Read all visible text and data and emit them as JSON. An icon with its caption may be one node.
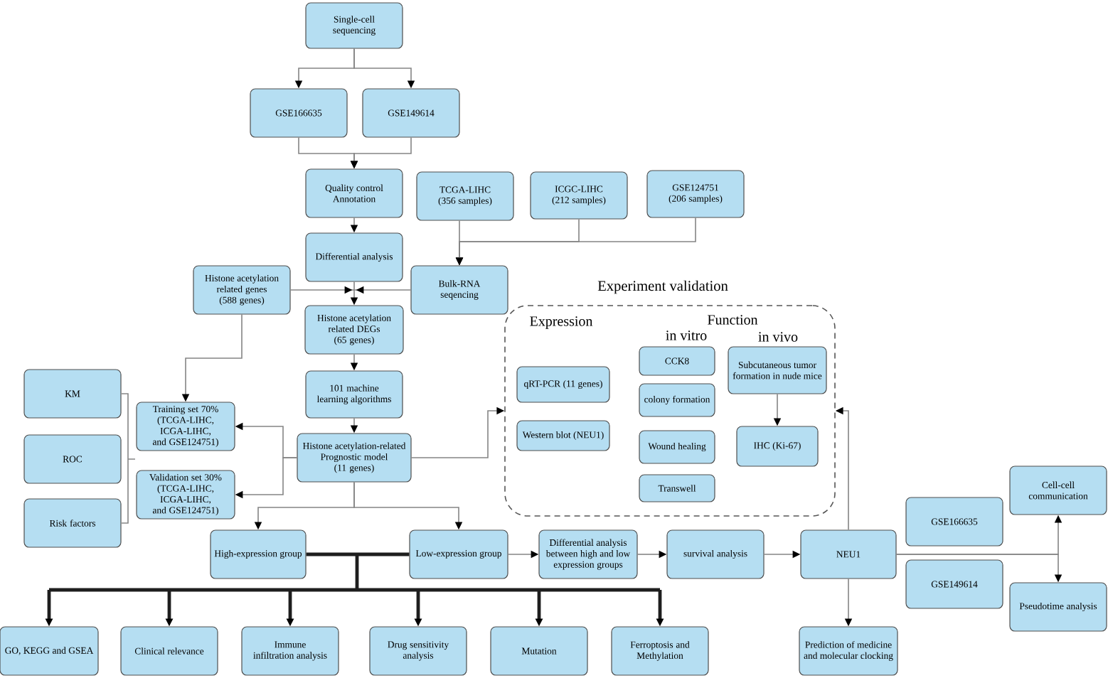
{
  "diagram": {
    "nodes": [
      {
        "text": [
          "Single-cell sequencing"
        ]
      },
      {
        "text": [
          "GSE166635"
        ]
      },
      {
        "text": [
          "GSE149614"
        ]
      },
      {
        "text": [
          "Quality control Annotation"
        ]
      },
      {
        "text": [
          "TCGA-LIHC (356 samples)"
        ]
      },
      {
        "text": [
          "ICGC-LIHC (212 samples)"
        ]
      },
      {
        "text": [
          "GSE124751 (206 samples)"
        ]
      },
      {
        "text": [
          "Differential analysis"
        ]
      },
      {
        "text": [
          "Histone acetylation related genes (588 genes)"
        ]
      },
      {
        "text": [
          "Bulk-RNA seqencing"
        ]
      },
      {
        "text": [
          "Histone acetylation related DEGs (65 genes)"
        ]
      },
      {
        "text": [
          "101 machine learning algorithms"
        ]
      },
      {
        "text": [
          "Histone acetylation-related Prognostic model (11 genes)"
        ]
      },
      {
        "text": [
          "KM"
        ]
      },
      {
        "text": [
          "ROC"
        ]
      },
      {
        "text": [
          "Risk factors"
        ]
      },
      {
        "text": [
          "Training set 70% (TCGA-LIHC, ICGA-LIHC, and GSE124751)"
        ]
      },
      {
        "text": [
          "Validation set 30% (TCGA-LIHC, ICGA-LIHC, and GSE124751)"
        ]
      },
      {
        "text": [
          "Experiment validation",
          "Expression",
          "Function",
          "in vitro",
          "in vivo"
        ]
      },
      {
        "text": [
          "qRT-PCR (11 genes)"
        ],
        "in": 18
      },
      {
        "text": [
          "Western blot (NEU1)"
        ],
        "in": 18
      },
      {
        "text": [
          "CCK8"
        ],
        "in": 18
      },
      {
        "text": [
          "colony formation"
        ],
        "in": 18
      },
      {
        "text": [
          "Wound healing"
        ],
        "in": 18
      },
      {
        "text": [
          "Transwell"
        ],
        "in": 18
      },
      {
        "text": [
          "Subcutaneous tumor formation in nude mice"
        ],
        "in": 18
      },
      {
        "text": [
          "IHC (Ki-67)"
        ],
        "in": 18
      },
      {
        "text": [
          "High-expression group"
        ]
      },
      {
        "text": [
          "Low-expression group"
        ]
      },
      {
        "text": [
          "Differential analysis between high and low expression groups"
        ]
      },
      {
        "text": [
          "survival analysis"
        ]
      },
      {
        "text": [
          "NEU1"
        ]
      },
      {
        "text": [
          "GSE166635"
        ]
      },
      {
        "text": [
          "Cell-cell communication"
        ]
      },
      {
        "text": [
          "GSE149614"
        ]
      },
      {
        "text": [
          "Pseudotime analysis"
        ]
      },
      {
        "text": [
          "GO, KEGG and GSEA"
        ]
      },
      {
        "text": [
          "Clinical relevance"
        ]
      },
      {
        "text": [
          "Immune infiltration analysis"
        ]
      },
      {
        "text": [
          "Drug sensitivity analysis"
        ]
      },
      {
        "text": [
          "Mutation"
        ]
      },
      {
        "text": [
          "Ferroptosis and Methylation"
        ]
      },
      {
        "text": [
          "Prediction of medicine and molecular clocking"
        ]
      }
    ],
    "edges": [
      {
        "from": 0,
        "to": 1,
        "arrow": "to"
      },
      {
        "from": 0,
        "to": 2,
        "arrow": "to"
      },
      {
        "from": 1,
        "to": 3,
        "arrow": "to"
      },
      {
        "from": 2,
        "to": 3,
        "arrow": "to"
      },
      {
        "from": 3,
        "to": 7,
        "arrow": "to"
      },
      {
        "from": 4,
        "to": 9,
        "arrow": "to"
      },
      {
        "from": 5,
        "to": 9,
        "arrow": "to"
      },
      {
        "from": 6,
        "to": 9,
        "arrow": "to"
      },
      {
        "from": 7,
        "to": 10,
        "arrow": "to"
      },
      {
        "from": 8,
        "to": 10,
        "arrow": "to"
      },
      {
        "from": 9,
        "to": 10,
        "arrow": "to"
      },
      {
        "from": 8,
        "to": 16,
        "arrow": "to"
      },
      {
        "from": 10,
        "to": 11,
        "arrow": "to"
      },
      {
        "from": 11,
        "to": 12,
        "arrow": "to"
      },
      {
        "from": 12,
        "to": 16,
        "arrow": "to"
      },
      {
        "from": 12,
        "to": 17,
        "arrow": "to"
      },
      {
        "from": 12,
        "to": 18,
        "arrow": "to"
      },
      {
        "from": 25,
        "to": 26,
        "arrow": "to"
      },
      {
        "from": 12,
        "to": 27,
        "arrow": "to"
      },
      {
        "from": 12,
        "to": 28,
        "arrow": "to"
      },
      {
        "from": 27,
        "to": 36,
        "arrow": "to",
        "style": "thick",
        "color": "#1e1e1e"
      },
      {
        "from": 27,
        "to": 37,
        "arrow": "to",
        "style": "thick",
        "color": "#1e1e1e"
      },
      {
        "from": 27,
        "to": 38,
        "arrow": "to",
        "style": "thick",
        "color": "#1e1e1e"
      },
      {
        "from": 27,
        "to": 39,
        "arrow": "to",
        "style": "thick",
        "color": "#1e1e1e"
      },
      {
        "from": 27,
        "to": 40,
        "arrow": "to",
        "style": "thick",
        "color": "#1e1e1e"
      },
      {
        "from": 27,
        "to": 41,
        "arrow": "to",
        "style": "thick",
        "color": "#1e1e1e"
      },
      {
        "from": 28,
        "to": 36,
        "arrow": "to",
        "style": "thick",
        "color": "#1e1e1e"
      },
      {
        "from": 28,
        "to": 37,
        "arrow": "to",
        "style": "thick",
        "color": "#1e1e1e"
      },
      {
        "from": 28,
        "to": 38,
        "arrow": "to",
        "style": "thick",
        "color": "#1e1e1e"
      },
      {
        "from": 28,
        "to": 39,
        "arrow": "to",
        "style": "thick",
        "color": "#1e1e1e"
      },
      {
        "from": 28,
        "to": 40,
        "arrow": "to",
        "style": "thick",
        "color": "#1e1e1e"
      },
      {
        "from": 28,
        "to": 41,
        "arrow": "to",
        "style": "thick",
        "color": "#1e1e1e"
      },
      {
        "from": 28,
        "to": 29,
        "arrow": "to"
      },
      {
        "from": 29,
        "to": 30,
        "arrow": "to"
      },
      {
        "from": 30,
        "to": 31,
        "arrow": "to"
      },
      {
        "from": 31,
        "to": 18,
        "arrow": "to"
      },
      {
        "from": 31,
        "to": 42,
        "arrow": "to"
      },
      {
        "from": 31,
        "to": 33,
        "arrow": "to"
      },
      {
        "from": 31,
        "to": 35,
        "arrow": "to"
      }
    ]
  }
}
